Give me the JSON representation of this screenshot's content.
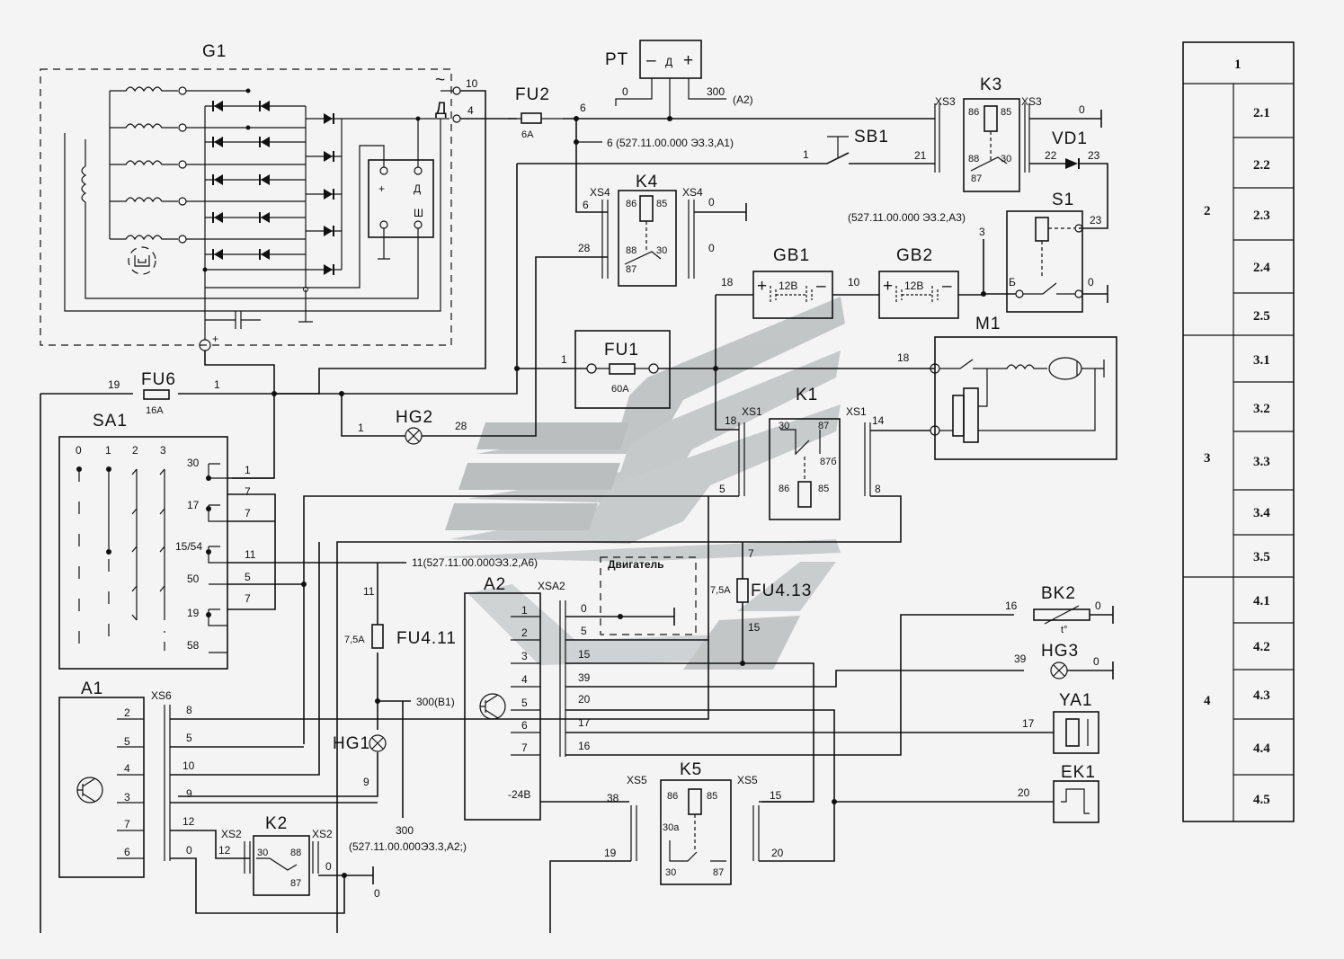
{
  "components": {
    "G1": "G1",
    "PT": "PT",
    "FU2": "FU2",
    "FU2_rating": "6A",
    "K3": "K3",
    "SB1": "SB1",
    "VD1": "VD1",
    "K4": "K4",
    "S1": "S1",
    "GB1": "GB1",
    "GB2": "GB2",
    "battery_voltage": "12B",
    "FU1": "FU1",
    "FU1_rating": "60A",
    "M1": "M1",
    "FU6": "FU6",
    "FU6_rating": "16A",
    "HG2": "HG2",
    "K1": "K1",
    "SA1": "SA1",
    "A1": "A1",
    "A2": "A2",
    "XSA2": "XSA2",
    "FU4_11": "FU4.11",
    "FU4_13": "FU4.13",
    "fuse_7_5": "7,5A",
    "HG1": "HG1",
    "K2": "K2",
    "K5": "K5",
    "BK2": "BK2",
    "HG3": "HG3",
    "YA1": "YA1",
    "EK1": "EK1",
    "engine_block": "Двигатель"
  },
  "connectors": {
    "XS3": "XS3",
    "XS4": "XS4",
    "XS1": "XS1",
    "XS2": "XS2",
    "XS5": "XS5",
    "XS6": "XS6"
  },
  "references": {
    "ref_6": "6 (527.11.00.000  ЭЗ.3,А1)",
    "ref_s1": "(527.11.00.000  ЭЗ.2,А3)",
    "ref_11": "11(527.11.00.000ЭЗ.2,А6)",
    "ref_300": "300(В1)",
    "ref_300_bottom": "(527.11.00.000ЭЗ.3,А2;)",
    "ref_a2": "(А2)",
    "neg_24": "-24В"
  },
  "table": {
    "header": "1",
    "groups": [
      {
        "label": "2",
        "rows": [
          "2.1",
          "2.2",
          "2.3",
          "2.4",
          "2.5"
        ]
      },
      {
        "label": "3",
        "rows": [
          "3.1",
          "3.2",
          "3.3",
          "3.4",
          "3.5"
        ]
      },
      {
        "label": "4",
        "rows": [
          "4.1",
          "4.2",
          "4.3",
          "4.4",
          "4.5"
        ]
      }
    ]
  },
  "sa1_positions": [
    "0",
    "1",
    "2",
    "3"
  ],
  "sa1_terminals": [
    "30",
    "17",
    "15/54",
    "50",
    "19",
    "58"
  ],
  "a1_pins": [
    "2",
    "5",
    "4",
    "3",
    "7",
    "6"
  ],
  "a2_pins": [
    "1",
    "2",
    "3",
    "4",
    "5",
    "6",
    "7"
  ],
  "xsa2_wires": [
    "0",
    "5",
    "15",
    "39",
    "20",
    "17",
    "16"
  ],
  "xs6_wires": [
    "8",
    "5",
    "10",
    "9",
    "12",
    "0"
  ]
}
